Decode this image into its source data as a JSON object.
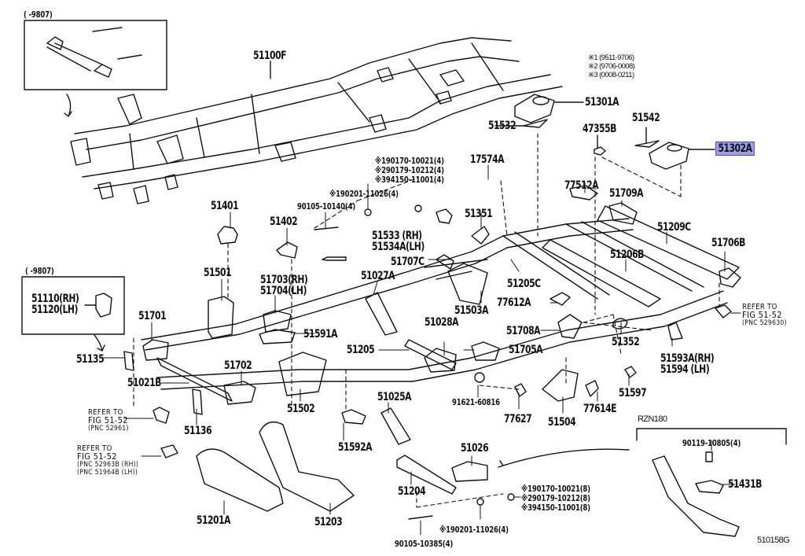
{
  "diagram": {
    "figure_code": "510158G",
    "highlighted_part": "51302A",
    "highlight_color": "#9d9ee6",
    "legend": [
      "※1 (9511-9706)",
      "※2 (9706-0008)",
      "※3 (0008-0211)"
    ],
    "insets": {
      "top_left_range": "(       -9807)",
      "mid_left_range": "(       -9807)",
      "mid_left_parts": [
        "51110(RH)",
        "51120(LH)"
      ],
      "bottom_right_title": "RZN180"
    },
    "parts": {
      "p51100F": "51100F",
      "p51301A": "51301A",
      "p51532": "51532",
      "p47355B": "47355B",
      "p51542": "51542",
      "p51302A": "51302A",
      "p17574A": "17574A",
      "bolt_top": [
        "※190170-10021(4)",
        "※290179-10212(4)",
        "※394150-11001(4)"
      ],
      "washer_top": "※190201-11026(4)",
      "p90105_10140": "90105-10140(4)",
      "p51351": "51351",
      "p51533": [
        "51533  (RH)",
        "51534A(LH)"
      ],
      "p77512A": "77512A",
      "p51709A": "51709A",
      "p51209C": "51209C",
      "p51706B": "51706B",
      "p51206B": "51206B",
      "p51401": "51401",
      "p51402": "51402",
      "p51501": "51501",
      "p51703": [
        "51703(RH)",
        "51704(LH)"
      ],
      "p51591A": "51591A",
      "p51701": "51701",
      "p51707C": "51707C",
      "p51027A": "51027A",
      "p51205C": "51205C",
      "p51503A": "51503A",
      "p77612A": "77612A",
      "p51028A": "51028A",
      "p51708A": "51708A",
      "p51205": "51205",
      "p51705A": "51705A",
      "p51352": "51352",
      "p51593A": [
        "51593A(RH)",
        "51594  (LH)"
      ],
      "p51597": "51597",
      "p51135": "51135",
      "p51021B": "51021B",
      "p51702": "51702",
      "p51502": "51502",
      "p51136": "51136",
      "p51592A": "51592A",
      "p51025A": "51025A",
      "p91621": "91621-60816",
      "p77627": "77627",
      "p51504": "51504",
      "p77614E": "77614E",
      "p51026": "51026",
      "p51204": "51204",
      "p51201A": "51201A",
      "p51203": "51203",
      "bolt_bottom": [
        "※190170-10021(8)",
        "※290179-10212(8)",
        "※394150-11001(8)"
      ],
      "washer_bottom": "※190201-11026(4)",
      "p90105_10385": "90105-10385(4)",
      "p90119": "90119-10805(4)",
      "p51431B": "51431B"
    },
    "references": {
      "ref_right": [
        "REFER TO",
        "FIG 51-52",
        "(PNC 529630)"
      ],
      "ref_left1": [
        "REFER TO",
        "FIG 51-52",
        "(PNC 52961)"
      ],
      "ref_left2": [
        "REFER TO",
        "FIG 51-52",
        "(PNC 52963B (RH))",
        "(PNC 51964B (LH))"
      ]
    }
  }
}
